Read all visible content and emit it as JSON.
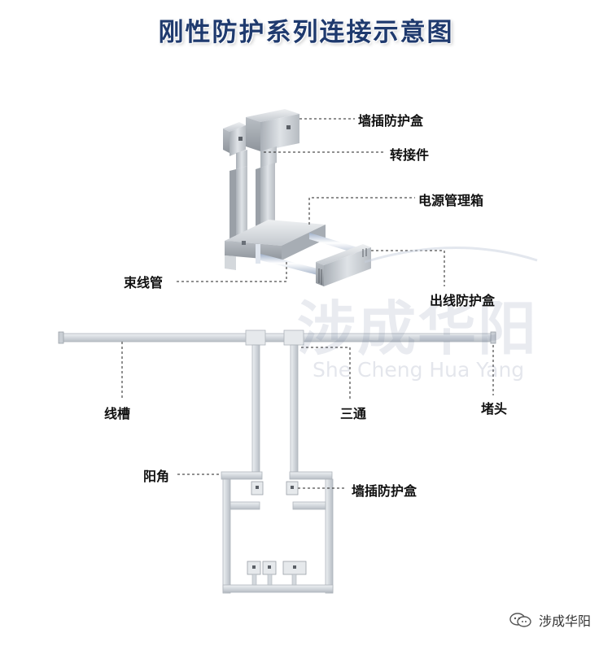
{
  "title": "刚性防护系列连接示意图",
  "watermark": {
    "chinese": "涉成华阳",
    "english": "She Cheng Hua Yang"
  },
  "labels": {
    "wall_socket_box_top": "墙插防护盒",
    "adapter": "转接件",
    "power_box": "电源管理箱",
    "bundle_pipe": "束线管",
    "outlet_box": "出线防护盒",
    "trunking": "线槽",
    "tee": "三通",
    "end_cap": "堵头",
    "outer_corner": "阳角",
    "wall_socket_box_bottom": "墙插防护盒"
  },
  "footer": {
    "brand": "涉成华阳",
    "icon": "wechat-icon"
  },
  "colors": {
    "title": "#1f3a6e",
    "metal": "#c9ced4",
    "trunk": "#d6dbe0",
    "leader": "#222222",
    "watermark": "#5b6b8f"
  }
}
